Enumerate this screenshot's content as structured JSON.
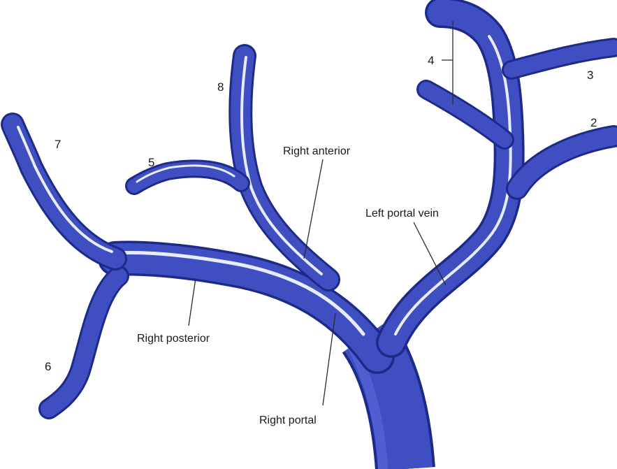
{
  "colors": {
    "vessel": "#3f4fc2",
    "vessel_dark": "#1e2a8a",
    "vessel_highlight": "#e8ecff",
    "background": "#ffffff"
  },
  "labels": {
    "right_anterior": "Right anterior",
    "left_portal_vein": "Left portal vein",
    "right_posterior": "Right posterior",
    "right_portal": "Right portal",
    "segment_2": "2",
    "segment_3": "3",
    "segment_4": "4",
    "segment_5": "5",
    "segment_6": "6",
    "segment_7": "7",
    "segment_8": "8"
  }
}
